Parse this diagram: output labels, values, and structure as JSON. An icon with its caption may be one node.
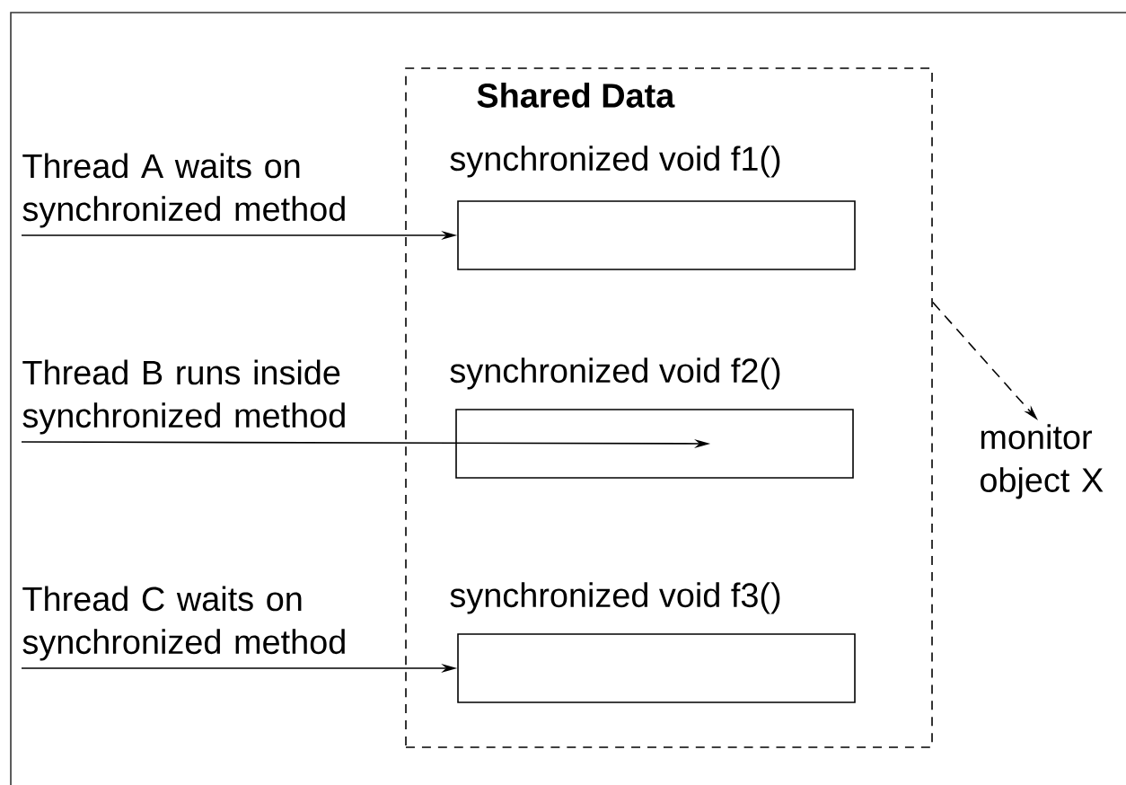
{
  "diagram": {
    "nodes": [
      {
        "text": [
          "Shared Data"
        ]
      },
      {
        "text": [
          "synchronized void f1()"
        ],
        "in": 0
      },
      {
        "text": [
          "synchronized void f2()"
        ],
        "in": 0
      },
      {
        "text": [
          "synchronized void f3()"
        ],
        "in": 0
      },
      {
        "text": [
          "Thread A waits on synchronized method"
        ]
      },
      {
        "text": [
          "Thread B runs inside synchronized method"
        ]
      },
      {
        "text": [
          "Thread C waits on synchronized method"
        ]
      },
      {
        "text": [
          "monitor object X"
        ]
      }
    ],
    "edges": [
      {
        "from": 4,
        "to": 1,
        "arrow": "to"
      },
      {
        "from": 5,
        "to": 2,
        "arrow": "to"
      },
      {
        "from": 6,
        "to": 3,
        "arrow": "to"
      },
      {
        "from": 0,
        "to": 7,
        "arrow": "to",
        "style": "dashed"
      }
    ]
  }
}
